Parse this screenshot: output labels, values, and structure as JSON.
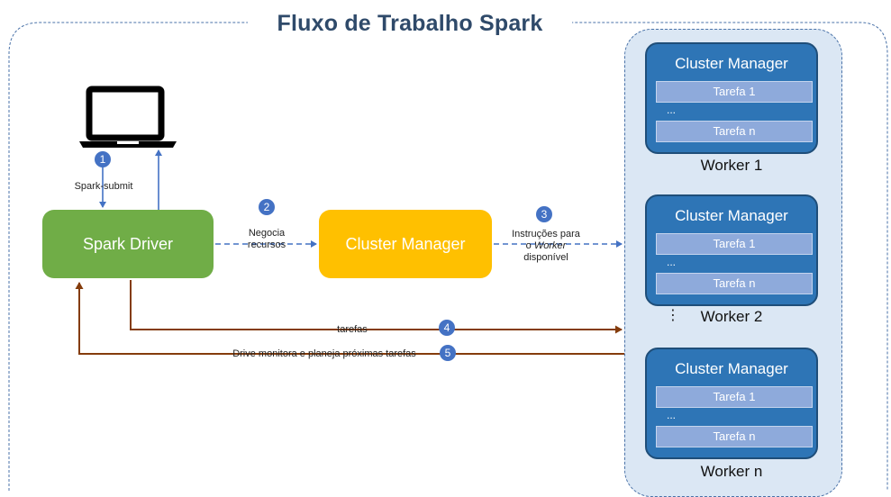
{
  "title": "Fluxo de Trabalho Spark",
  "driver": {
    "label": "Spark Driver"
  },
  "central_cluster_manager": {
    "label": "Cluster Manager"
  },
  "steps": {
    "s1": {
      "number": "1",
      "label": "Spark-submit"
    },
    "s2": {
      "number": "2",
      "label_line1": "Negocia",
      "label_line2": "recursos"
    },
    "s3": {
      "number": "3",
      "label_line1": "Instruções para",
      "label_line2_prefix": "o ",
      "label_line2_em": "Worker",
      "label_line3": "disponível"
    },
    "s4": {
      "number": "4",
      "label": "tarefas"
    },
    "s5": {
      "number": "5",
      "label": "Drive monitora e planeja próximas tarefas"
    }
  },
  "workers": [
    {
      "name": "Worker 1",
      "manager": "Cluster Manager",
      "task_first": "Tarefa 1",
      "ellipsis": "...",
      "task_last": "Tarefa n"
    },
    {
      "name": "Worker 2",
      "manager": "Cluster Manager",
      "task_first": "Tarefa 1",
      "ellipsis": "...",
      "task_last": "Tarefa n"
    },
    {
      "name": "Worker n",
      "manager": "Cluster Manager",
      "task_first": "Tarefa 1",
      "ellipsis": "...",
      "task_last": "Tarefa n"
    }
  ],
  "workers_ellipsis": "⋮",
  "colors": {
    "driver": "#70ad47",
    "cluster_manager_center": "#ffc000",
    "cluster_manager_worker": "#2e75b6",
    "task": "#8eaadb",
    "worker_panel": "#dbe7f4",
    "flow_arrow": "#4472c4",
    "task_arrow": "#843c0c",
    "title": "#2f4a6a"
  },
  "icons": {
    "client": "laptop-icon"
  }
}
